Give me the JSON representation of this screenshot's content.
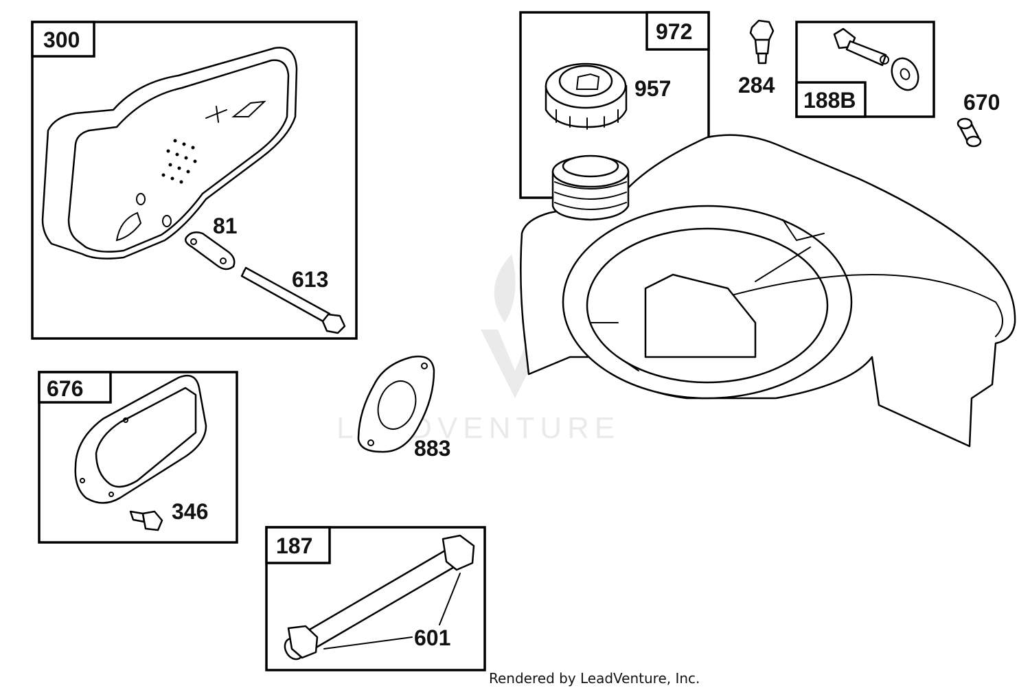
{
  "parts": {
    "box_300": "300",
    "box_972": "972",
    "box_188b": "188B",
    "box_676": "676",
    "box_187": "187",
    "p81": "81",
    "p613": "613",
    "p957": "957",
    "p284": "284",
    "p670": "670",
    "p883": "883",
    "p346": "346",
    "p601": "601"
  },
  "watermark": "LEADVENTURE",
  "footer": "Rendered by LeadVenture, Inc."
}
